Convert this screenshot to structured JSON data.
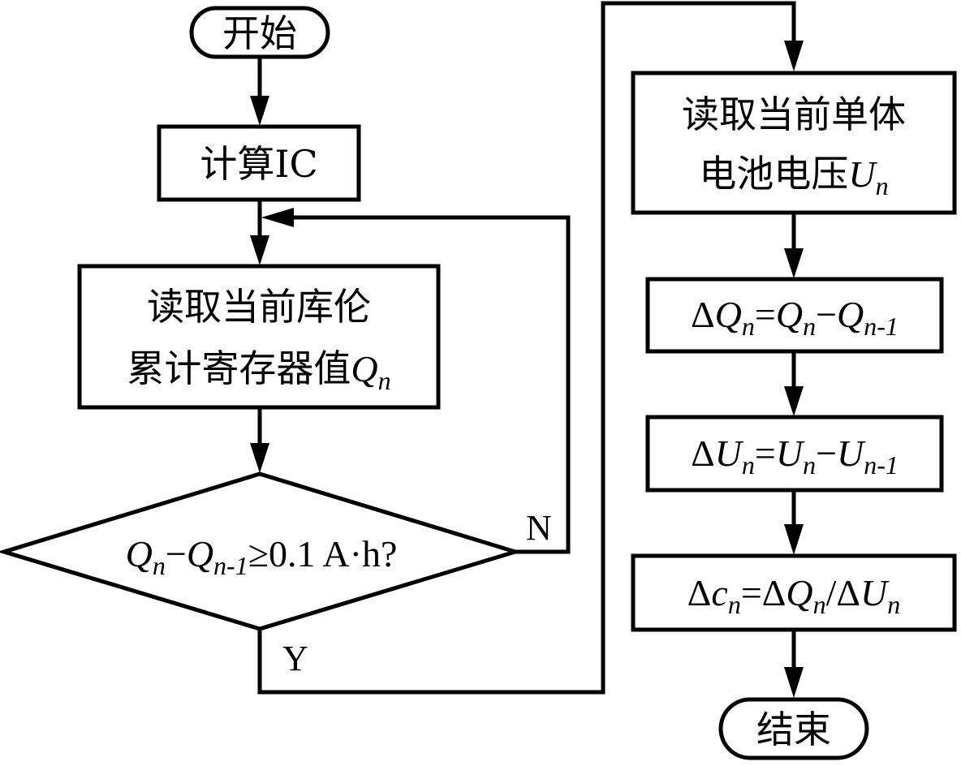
{
  "nodes": {
    "start": "开始",
    "calc_ic": "计算IC",
    "read_q_line1": "读取当前库伦",
    "read_q_line2": "累计寄存器值",
    "read_q_var": "Q",
    "read_q_sub": "n",
    "decision": {
      "q": "Q",
      "n": "n",
      "minus": "−",
      "n_minus_1": "n-1",
      "condition": "≥0.1 A·h?"
    },
    "read_u_line1": "读取当前单体",
    "read_u_line2": "电池电压",
    "read_u_var": "U",
    "read_u_sub": "n",
    "delta_q": {
      "delta": "Δ",
      "q": "Q",
      "n": "n",
      "equals": "=",
      "minus": "−",
      "n_minus_1": "n-1"
    },
    "delta_u": {
      "delta": "Δ",
      "u": "U",
      "n": "n",
      "equals": "=",
      "minus": "−",
      "n_minus_1": "n-1"
    },
    "delta_c": {
      "delta": "Δ",
      "c": "c",
      "n": "n",
      "equals": "=",
      "q": "Q",
      "u": "U",
      "slash": "/"
    },
    "end": "结束"
  },
  "edge_labels": {
    "no": "N",
    "yes": "Y"
  },
  "colors": {
    "stroke": "#000000",
    "background": "#ffffff"
  }
}
